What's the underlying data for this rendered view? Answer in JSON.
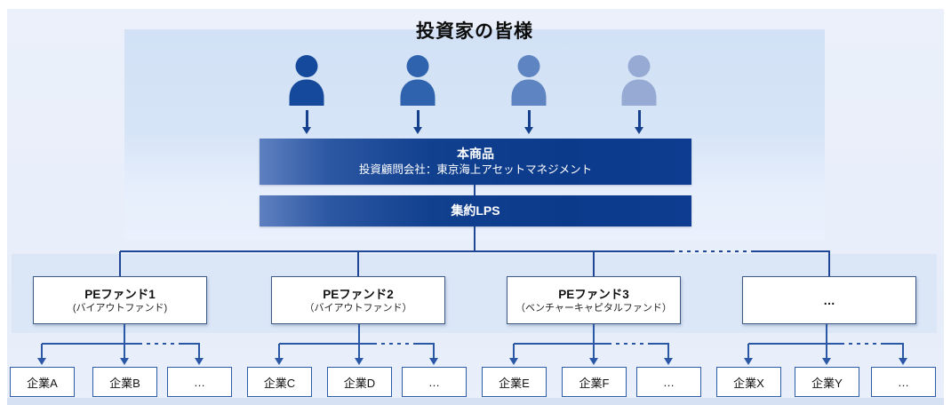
{
  "page": {
    "title": "投資家の皆様"
  },
  "product_box": {
    "title": "本商品",
    "subtitle": "投資顧問会社：東京海上アセットマネジメント"
  },
  "lps_box": {
    "title": "集約LPS"
  },
  "investors": [
    {
      "icon": "person-icon",
      "color": "#15499c"
    },
    {
      "icon": "person-icon",
      "color": "#3063ae"
    },
    {
      "icon": "person-icon",
      "color": "#5e84c1"
    },
    {
      "icon": "person-icon",
      "color": "#96aad3"
    }
  ],
  "funds": [
    {
      "name": "PEファンド1",
      "type": "(バイアウトファンド)",
      "companies": [
        "企業A",
        "企業B",
        "…"
      ]
    },
    {
      "name": "PEファンド2",
      "type": "（バイアウトファンド）",
      "companies": [
        "企業C",
        "企業D",
        "…"
      ]
    },
    {
      "name": "PEファンド3",
      "type": "（ベンチャーキャピタルファンド）",
      "companies": [
        "企業E",
        "企業F",
        "…"
      ]
    },
    {
      "name": "…",
      "type": "",
      "companies": [
        "企業X",
        "企業Y",
        "…"
      ]
    }
  ],
  "colors": {
    "dark_box_blue": "#0c3a8b",
    "dark_box_blue_light_edge": "#5e80c0",
    "connector_navy": "#1f4795",
    "sub_connector_blue": "#2a58a6",
    "company_border_blue": "#2a5caa",
    "investor_panel_blue": "#d2e1f5",
    "pe_band_blue": "#dbe7f7",
    "outer_panel_blue": "#e9effa"
  }
}
